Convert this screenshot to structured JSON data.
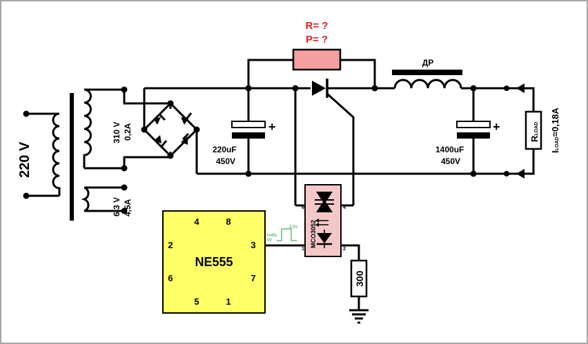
{
  "mains": {
    "voltage": "220 V"
  },
  "transformer": {
    "secondary_high": {
      "voltage": "310 V",
      "current": "0,2A"
    },
    "secondary_low": {
      "voltage": "6,3 V",
      "current": "4,5A"
    }
  },
  "cap1": {
    "value": "220uF",
    "voltage": "450V",
    "plus": "+"
  },
  "cap2": {
    "value": "1400uF",
    "voltage": "450V",
    "plus": "+"
  },
  "resistor_unknown": {
    "r_label": "R= ?",
    "p_label": "P= ?",
    "color": "#f4a0a0"
  },
  "inductor": {
    "label": "ДР"
  },
  "load": {
    "r_main": "R",
    "r_sub": "LOAD",
    "i_main": "I",
    "i_sub": "LOAD",
    "i_value": "=0,18A"
  },
  "ic": {
    "name": "NE555",
    "color": "#ffff66",
    "pins": {
      "top_left": "4",
      "top_right": "8",
      "left_top": "2",
      "left_bottom": "6",
      "right_top": "3",
      "right_bottom": "7",
      "bottom_left": "5",
      "bottom_right": "1"
    }
  },
  "optocoupler": {
    "name": "MCO3052",
    "color": "#f4c8c8",
    "pins": {
      "p6": "6",
      "p4": "4",
      "p1": "1",
      "p2": "2"
    }
  },
  "resistor_300": {
    "label": "300"
  },
  "pulse": {
    "width": "t=45c",
    "low": "0V",
    "high": "3,5V"
  }
}
